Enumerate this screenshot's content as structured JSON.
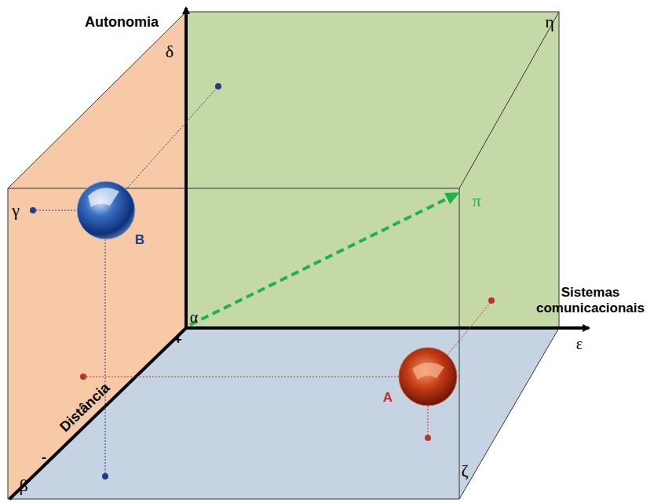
{
  "diagram": {
    "labels": [
      "Autonomia",
      "δ",
      "η",
      "γ",
      "B",
      "π",
      "α",
      "+",
      "Sistemas comunicacionais",
      "ε",
      "Distância",
      "A",
      "-",
      "β",
      "ζ"
    ]
  }
}
